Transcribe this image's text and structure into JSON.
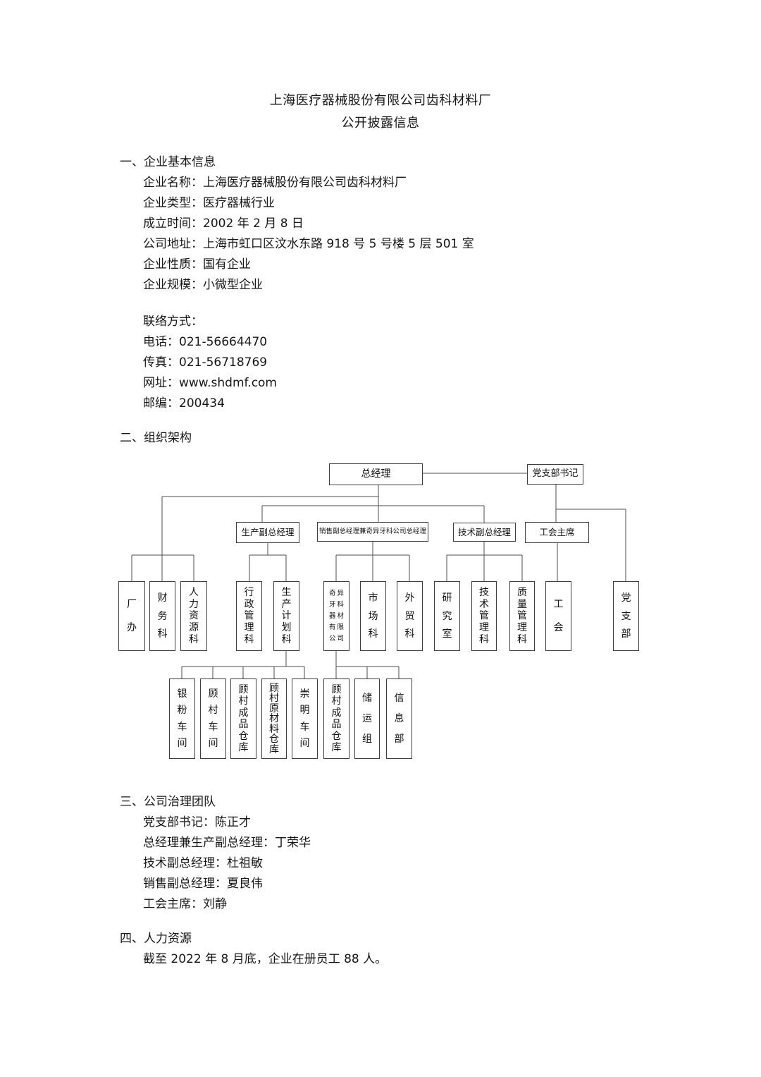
{
  "page": {
    "title_line1": "上海医疗器械股份有限公司齿科材料厂",
    "title_line2": "公开披露信息"
  },
  "basic_info": {
    "heading": "一、企业基本信息",
    "fields": [
      {
        "label": "企业名称：",
        "value": "上海医疗器械股份有限公司齿科材料厂"
      },
      {
        "label": "企业类型：",
        "value": "医疗器械行业"
      },
      {
        "label": "成立时间：",
        "value": "2002 年 2 月 8 日"
      },
      {
        "label": "公司地址：",
        "value": "上海市虹口区汶水东路 918 号 5 号楼 5 层 501 室"
      },
      {
        "label": "企业性质：",
        "value": "国有企业"
      },
      {
        "label": "企业规模：",
        "value": "小微型企业"
      }
    ],
    "contact_heading": "联络方式：",
    "contact_fields": [
      {
        "label": "电话：",
        "value": "021-56664470"
      },
      {
        "label": "传真：",
        "value": "021-56718769"
      },
      {
        "label": "网址：",
        "value": "www.shdmf.com"
      },
      {
        "label": "邮编：",
        "value": "200434"
      }
    ]
  },
  "org_section": {
    "heading": "二、组织架构",
    "chart": {
      "top": {
        "gm": "总经理",
        "party_secretary": "党支部书记"
      },
      "middle": {
        "production_vp": "生产副总经理",
        "sales_vp": "销售副总经理兼奇异牙科公司总经理",
        "tech_vp": "技术副总经理",
        "union_chairman": "工会主席"
      },
      "departments": [
        "厂办",
        "财务科",
        "人力资源科",
        "行政管理科",
        "生产计划科",
        "奇异牙科器材有限公司",
        "市场科",
        "外贸科",
        "研究室",
        "技术管理科",
        "质量管理科",
        "工会",
        "党支部"
      ],
      "units": [
        "银粉车间",
        "顾村车间",
        "顾村成品仓库",
        "顾村原材料仓库",
        "崇明车间",
        "顾村成品仓库",
        "储运组",
        "信息部"
      ]
    }
  },
  "governance": {
    "heading": "三、公司治理团队",
    "fields": [
      {
        "label": "党支部书记：",
        "value": "陈正才"
      },
      {
        "label": "总经理兼生产副总经理：",
        "value": "丁荣华"
      },
      {
        "label": "技术副总经理：",
        "value": "杜祖敏"
      },
      {
        "label": "销售副总经理：",
        "value": "夏良伟"
      },
      {
        "label": "工会主席：",
        "value": "刘静"
      }
    ]
  },
  "hr": {
    "heading": "四、人力资源",
    "text": "截至 2022 年 8 月底，企业在册员工 88 人。"
  }
}
